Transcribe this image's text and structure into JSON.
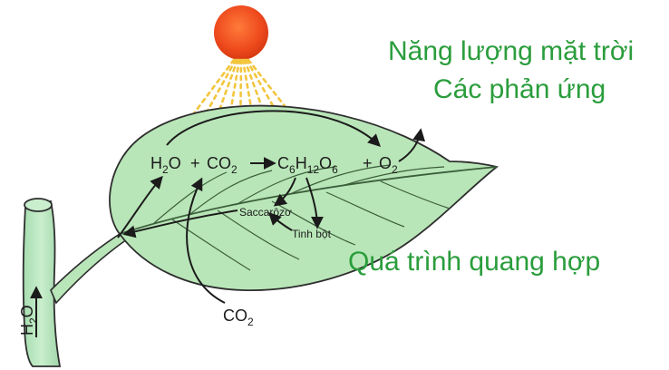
{
  "titles": {
    "line1": "Năng lượng mặt trời",
    "line2": "Các phản ứng",
    "process": "Quá trình quang hợp"
  },
  "equation": {
    "h2o_h": "H",
    "h2o_sub": "2",
    "h2o_o": "O",
    "plus1": "+",
    "co2_co": "CO",
    "co2_sub": "2",
    "glucose_c": "C",
    "glucose_c_sub": "6",
    "glucose_h": "H",
    "glucose_h_sub": "12",
    "glucose_o": "O",
    "glucose_o_sub": "6",
    "plus2": "+",
    "o2_o": "O",
    "o2_sub": "2"
  },
  "labels": {
    "saccarozo": "Saccarôzơ",
    "tinh_bot": "Tinh bột",
    "co2_in_co": "CO",
    "co2_in_sub": "2",
    "stem_h": "H",
    "stem_sub": "2",
    "stem_o": "O"
  },
  "colors": {
    "title_green": "#2a9d3c",
    "leaf_fill": "#b9e6b8",
    "sun": "#ee4a1d",
    "rays": "#f2c53d"
  }
}
